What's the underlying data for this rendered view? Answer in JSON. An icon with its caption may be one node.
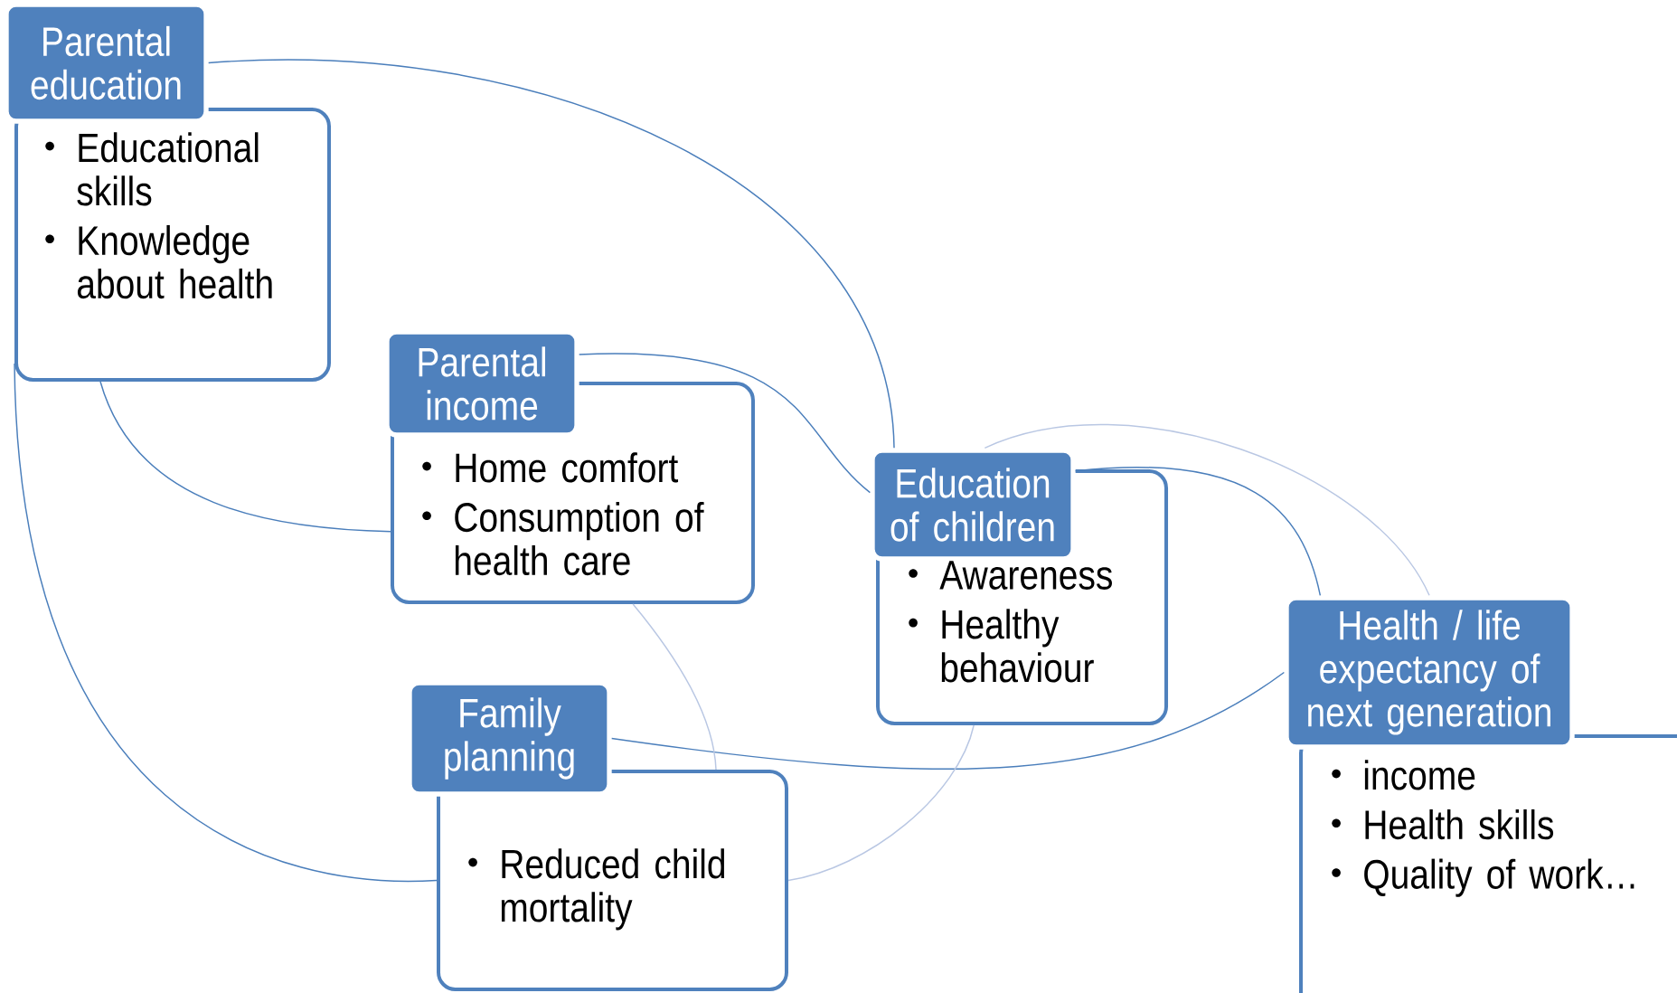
{
  "diagram": {
    "nodes": [
      {
        "text": [
          "Parental education",
          "Educational skills",
          "Knowledge about health"
        ]
      },
      {
        "text": [
          "Parental income",
          "Home comfort",
          "Consumption of health care"
        ]
      },
      {
        "text": [
          "Education of children",
          "Awareness",
          "Healthy behaviour"
        ]
      },
      {
        "text": [
          "Family planning",
          "Reduced child mortality"
        ]
      },
      {
        "text": [
          "Health / life expectancy of next generation",
          "income",
          "Health skills",
          "Quality of work…"
        ]
      }
    ],
    "edges": [
      {
        "from": 0,
        "to": 2,
        "arrow": "none"
      },
      {
        "from": 1,
        "to": 2,
        "arrow": "none"
      },
      {
        "from": 2,
        "to": 4,
        "arrow": "none"
      },
      {
        "from": 3,
        "to": 4,
        "arrow": "none"
      },
      {
        "from": 0,
        "to": 3,
        "arrow": "none"
      },
      {
        "from": 0,
        "to": 1,
        "arrow": "none"
      },
      {
        "from": 1,
        "to": 3,
        "arrow": "none",
        "color": "#b9c7e3"
      },
      {
        "from": 3,
        "to": 2,
        "arrow": "none",
        "color": "#b9c7e3"
      },
      {
        "from": 2,
        "to": 4,
        "arrow": "none",
        "color": "#b9c7e3"
      }
    ]
  }
}
